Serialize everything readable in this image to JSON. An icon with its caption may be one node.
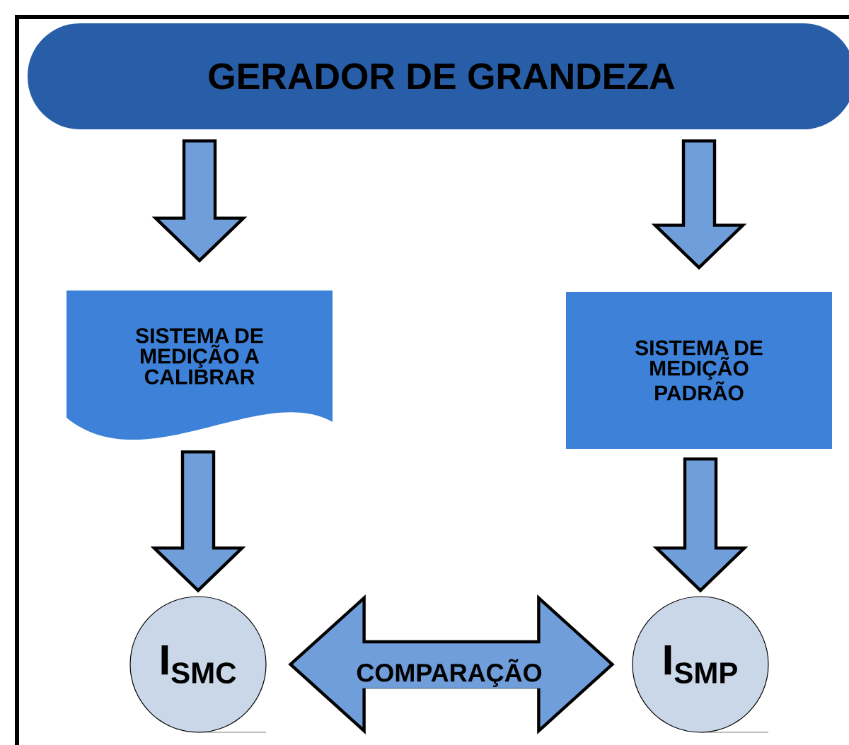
{
  "diagram": {
    "nodes": [
      {
        "text": [
          "GERADOR DE GRANDEZA"
        ]
      },
      {
        "text": [
          "SISTEMA DE MEDIÇÃO A CALIBRAR"
        ]
      },
      {
        "text": [
          "SISTEMA DE MEDIÇÃO PADRÃO"
        ]
      },
      {
        "text": [
          "I$_{SMC}$"
        ]
      },
      {
        "text": [
          "I$_{SMP}$"
        ]
      }
    ],
    "edges": [
      {
        "from": 0,
        "to": 1,
        "arrow": "to"
      },
      {
        "from": 0,
        "to": 2,
        "arrow": "to"
      },
      {
        "from": 1,
        "to": 3,
        "arrow": "to"
      },
      {
        "from": 2,
        "to": 4,
        "arrow": "to"
      },
      {
        "from": 3,
        "to": 4,
        "arrow": "both",
        "label": "COMPARAÇÃO"
      }
    ]
  }
}
